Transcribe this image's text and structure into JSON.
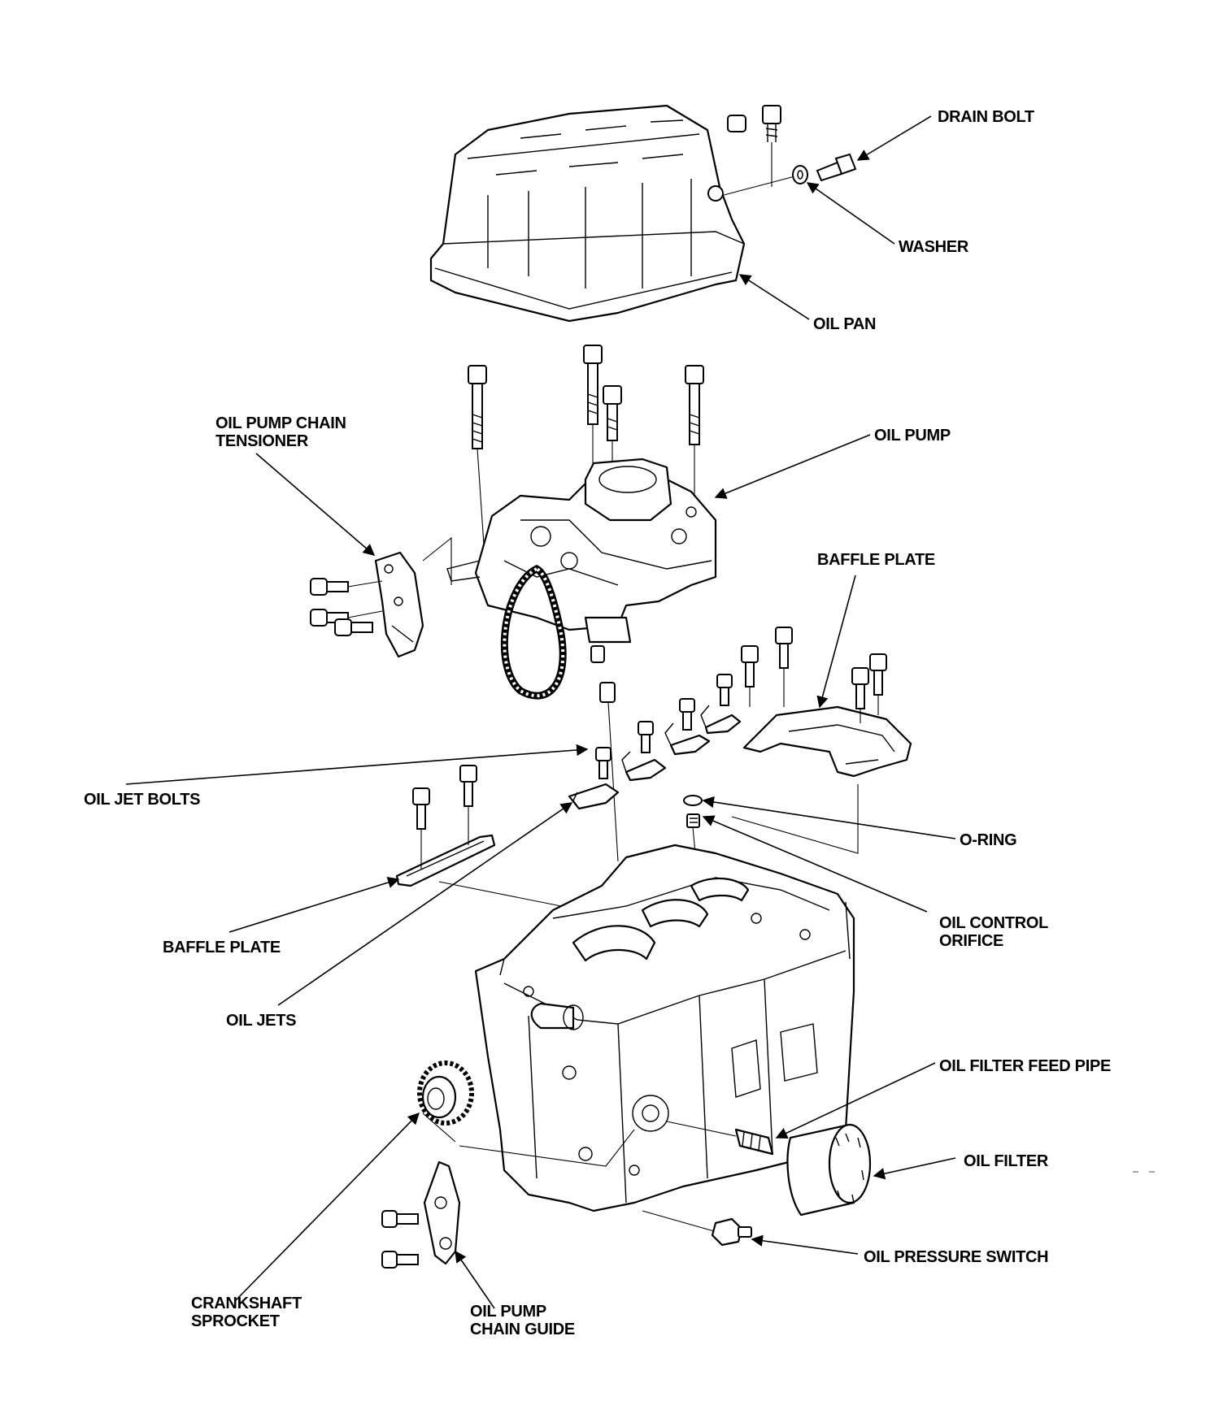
{
  "labels": {
    "drain_bolt": "DRAIN BOLT",
    "washer": "WASHER",
    "oil_pan": "OIL PAN",
    "oil_pump_chain_tensioner_1": "OIL PUMP CHAIN",
    "oil_pump_chain_tensioner_2": "TENSIONER",
    "oil_pump": "OIL PUMP",
    "baffle_plate_upper": "BAFFLE PLATE",
    "oil_jet_bolts": "OIL JET BOLTS",
    "o_ring": "O-RING",
    "oil_control_orifice_1": "OIL CONTROL",
    "oil_control_orifice_2": "ORIFICE",
    "baffle_plate_lower": "BAFFLE PLATE",
    "oil_jets": "OIL JETS",
    "oil_filter_feed_pipe": "OIL FILTER FEED PIPE",
    "oil_filter": "OIL FILTER",
    "oil_pressure_switch": "OIL PRESSURE SWITCH",
    "crankshaft_sprocket_1": "CRANKSHAFT",
    "crankshaft_sprocket_2": "SPROCKET",
    "oil_pump_chain_guide_1": "OIL PUMP",
    "oil_pump_chain_guide_2": "CHAIN GUIDE"
  }
}
